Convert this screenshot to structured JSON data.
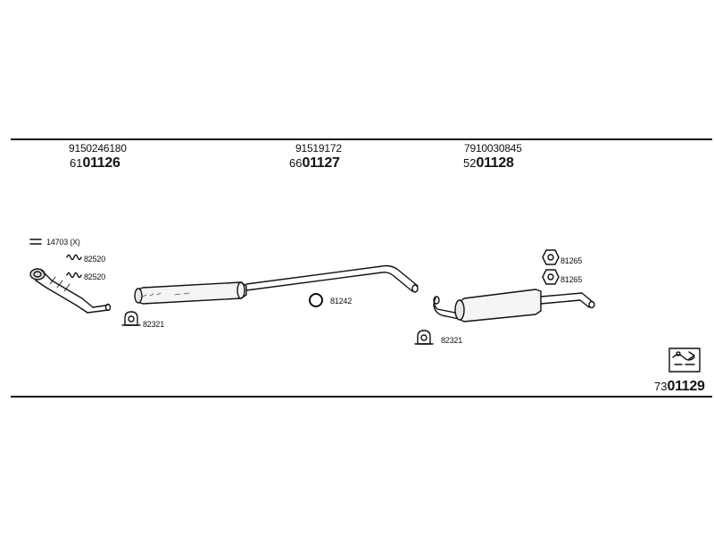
{
  "groups": [
    {
      "part_number": "9150246180",
      "code_prefix": "61",
      "code_main": "01126"
    },
    {
      "part_number": "91519172",
      "code_prefix": "66",
      "code_main": "01127"
    },
    {
      "part_number": "7910030845",
      "code_prefix": "52",
      "code_main": "01128"
    }
  ],
  "labels": {
    "gasket_front": "14703 (X)",
    "spring_1": "82520",
    "spring_2": "82520",
    "clamp_left": "82321",
    "ring_center": "81242",
    "clamp_right": "82321",
    "hanger_1": "81265",
    "hanger_2": "81265"
  },
  "set_code": {
    "prefix": "73",
    "main": "01129"
  }
}
